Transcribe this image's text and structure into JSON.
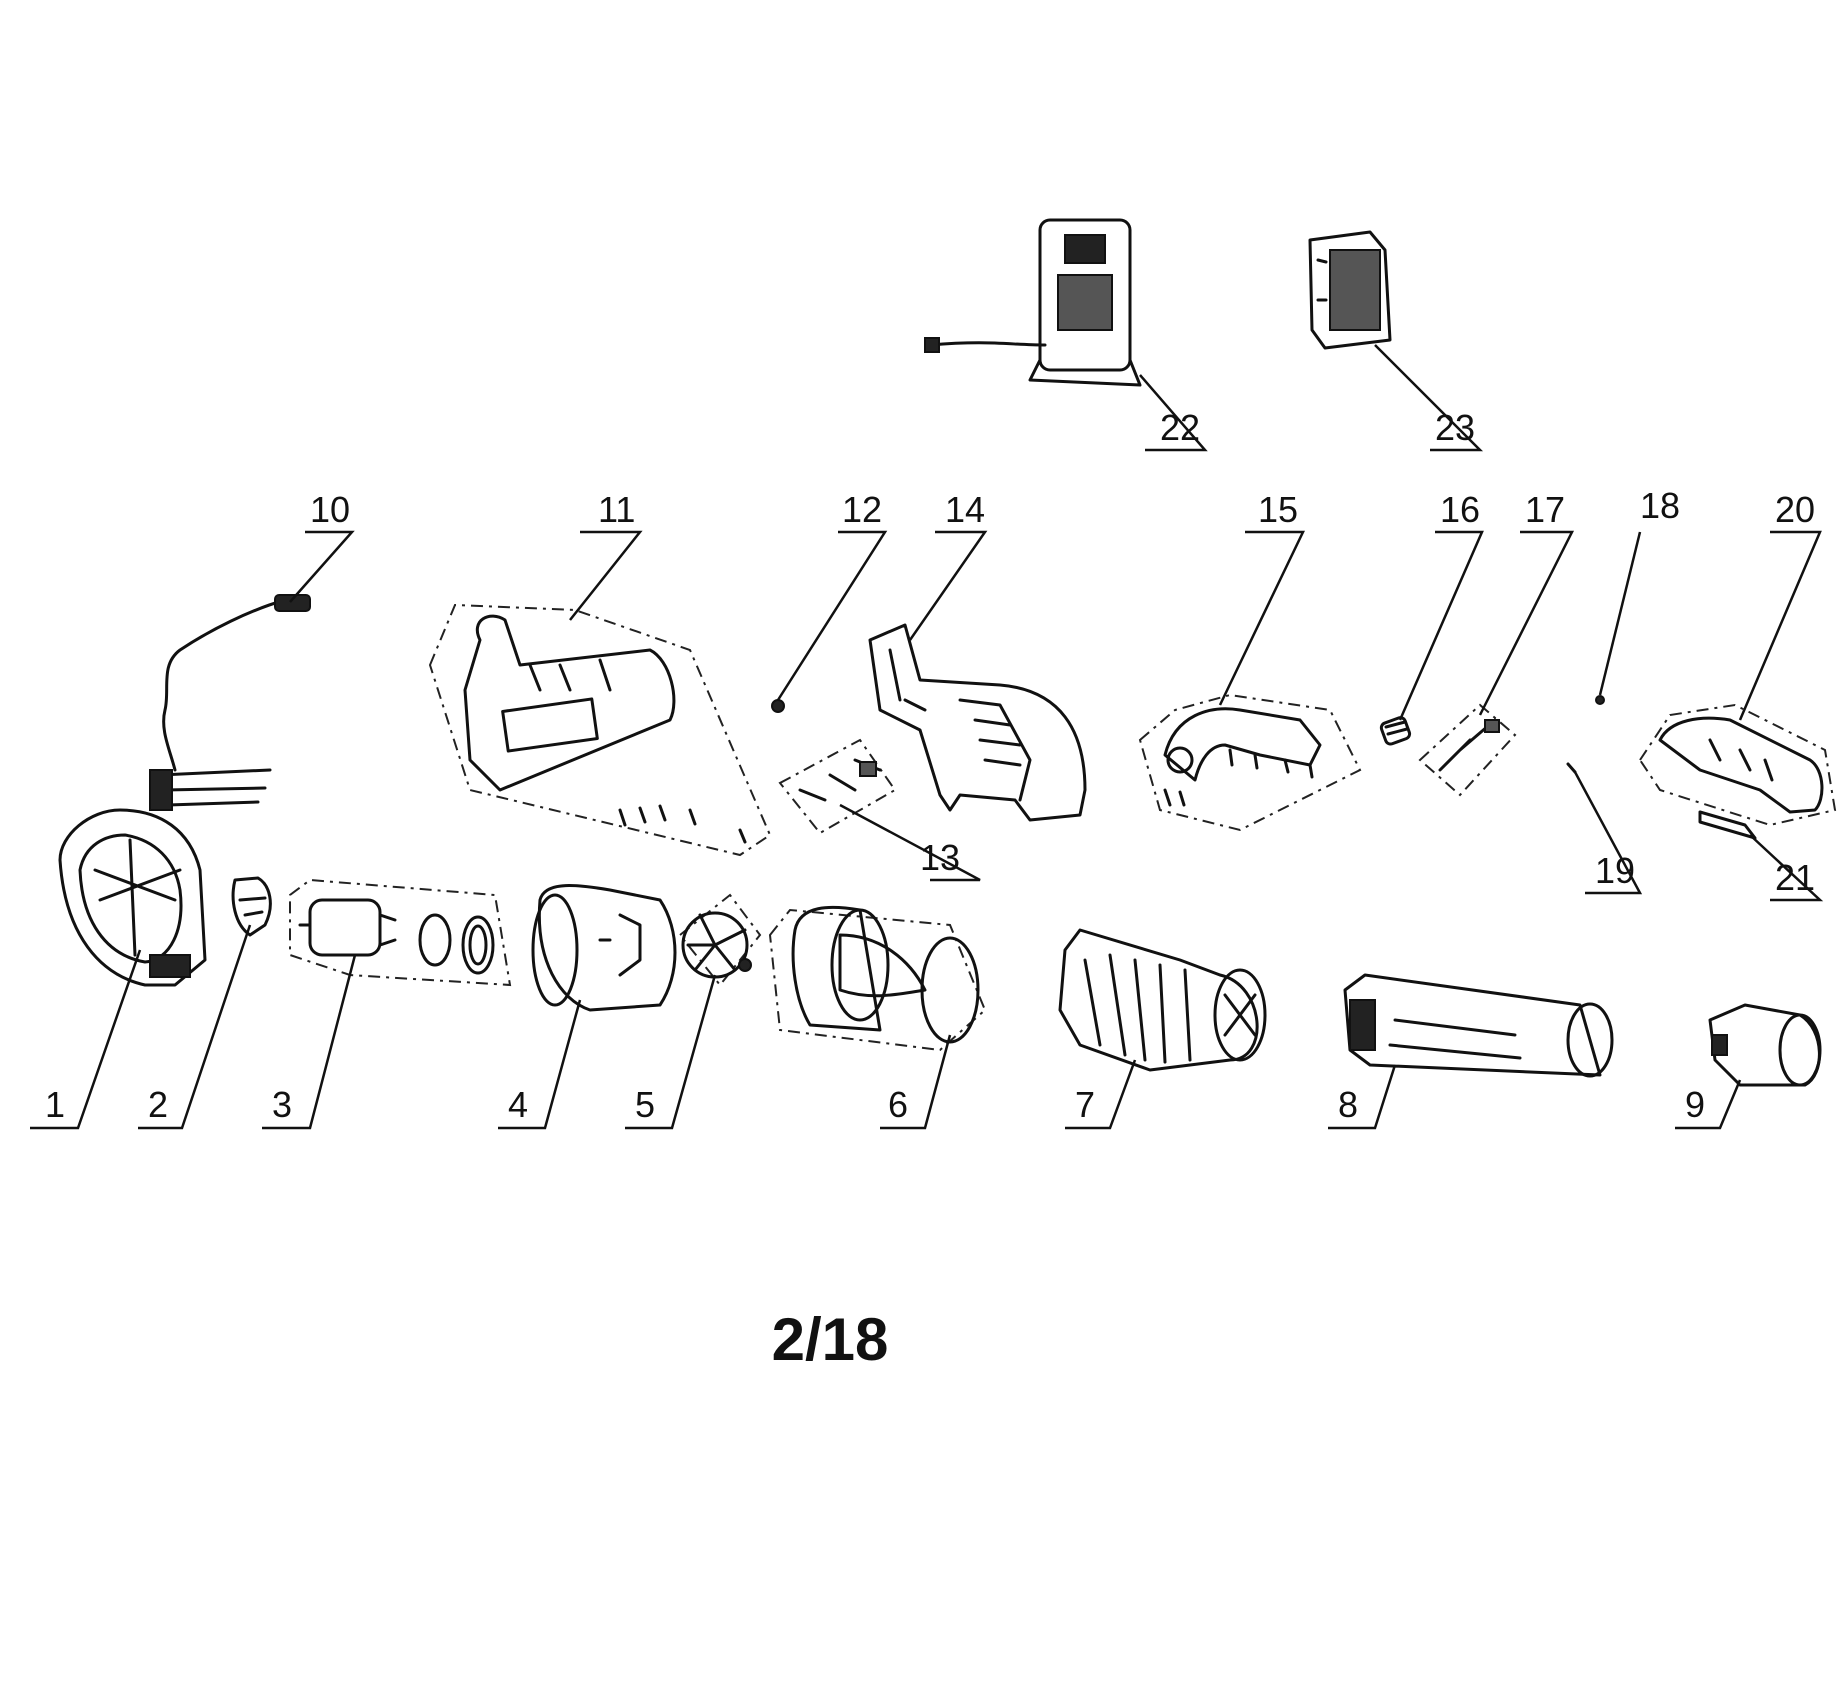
{
  "page_number": "2/18",
  "callouts": {
    "c1": "1",
    "c2": "2",
    "c3": "3",
    "c4": "4",
    "c5": "5",
    "c6": "6",
    "c7": "7",
    "c8": "8",
    "c9": "9",
    "c10": "10",
    "c11": "11",
    "c12": "12",
    "c13": "13",
    "c14": "14",
    "c15": "15",
    "c16": "16",
    "c17": "17",
    "c18": "18",
    "c19": "19",
    "c20": "20",
    "c21": "21",
    "c22": "22",
    "c23": "23"
  }
}
